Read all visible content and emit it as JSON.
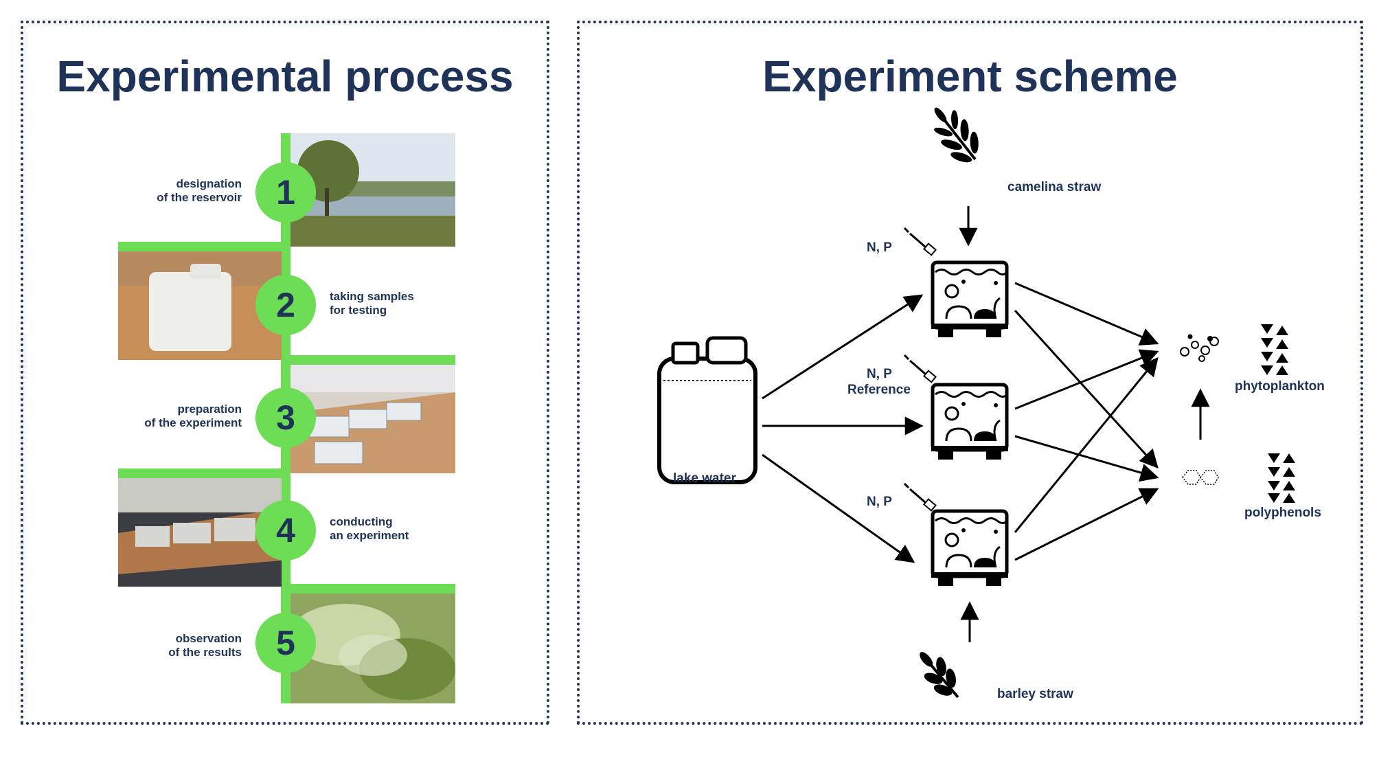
{
  "left_panel": {
    "title": "Experimental process",
    "steps": [
      {
        "number": "1",
        "line1": "designation",
        "line2": "of the reservoir"
      },
      {
        "number": "2",
        "line1": "taking samples",
        "line2": "for testing"
      },
      {
        "number": "3",
        "line1": "preparation",
        "line2": "of the experiment"
      },
      {
        "number": "4",
        "line1": "conducting",
        "line2": "an experiment"
      },
      {
        "number": "5",
        "line1": "observation",
        "line2": "of the results"
      }
    ]
  },
  "right_panel": {
    "title": "Experiment scheme",
    "labels": {
      "camelina": "camelina straw",
      "barley": "barley straw",
      "lake_water": "lake water",
      "np_top": "N, P",
      "np_middle": "N, P",
      "reference": "Reference",
      "np_bottom": "N, P",
      "phytoplankton": "phytoplankton",
      "polyphenols": "polyphenols"
    }
  },
  "colors": {
    "navy": "#1f3358",
    "green": "#6ddd55"
  }
}
